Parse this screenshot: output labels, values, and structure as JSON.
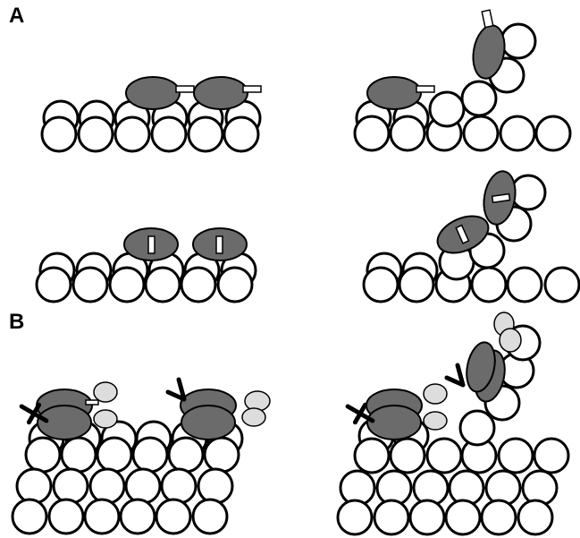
{
  "panels": {
    "a": {
      "label": "A"
    },
    "b": {
      "label": "B"
    }
  },
  "colors": {
    "subunit_fill": "#ffffff",
    "outline": "#000000",
    "head_fill": "#6b6b6b",
    "light_chain_fill": "#dddddd",
    "lever_fill": "#ffffff"
  },
  "shapes": {
    "subunit": "circle",
    "motor_head": "ellipse",
    "lever_arm": "rectangle",
    "light_chain": "ellipse",
    "tail": "x-mark"
  }
}
